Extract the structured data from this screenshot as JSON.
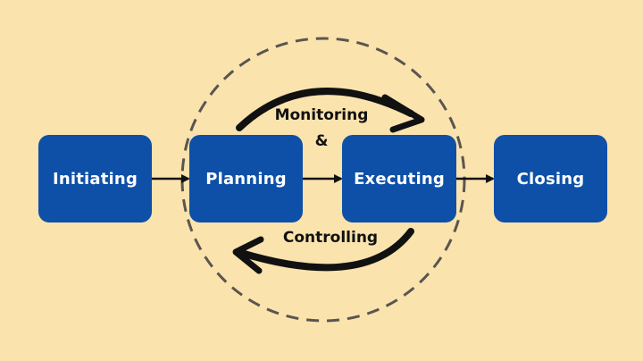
{
  "colors": {
    "background": "#FBE3AD",
    "box": "#0E50A8",
    "arrow": "#111111",
    "circle": "#5A5550"
  },
  "phases": {
    "initiating": "Initiating",
    "planning": "Planning",
    "executing": "Executing",
    "closing": "Closing"
  },
  "cycle": {
    "monitoring": "Monitoring",
    "ampersand": "&",
    "controlling": "Controlling"
  }
}
